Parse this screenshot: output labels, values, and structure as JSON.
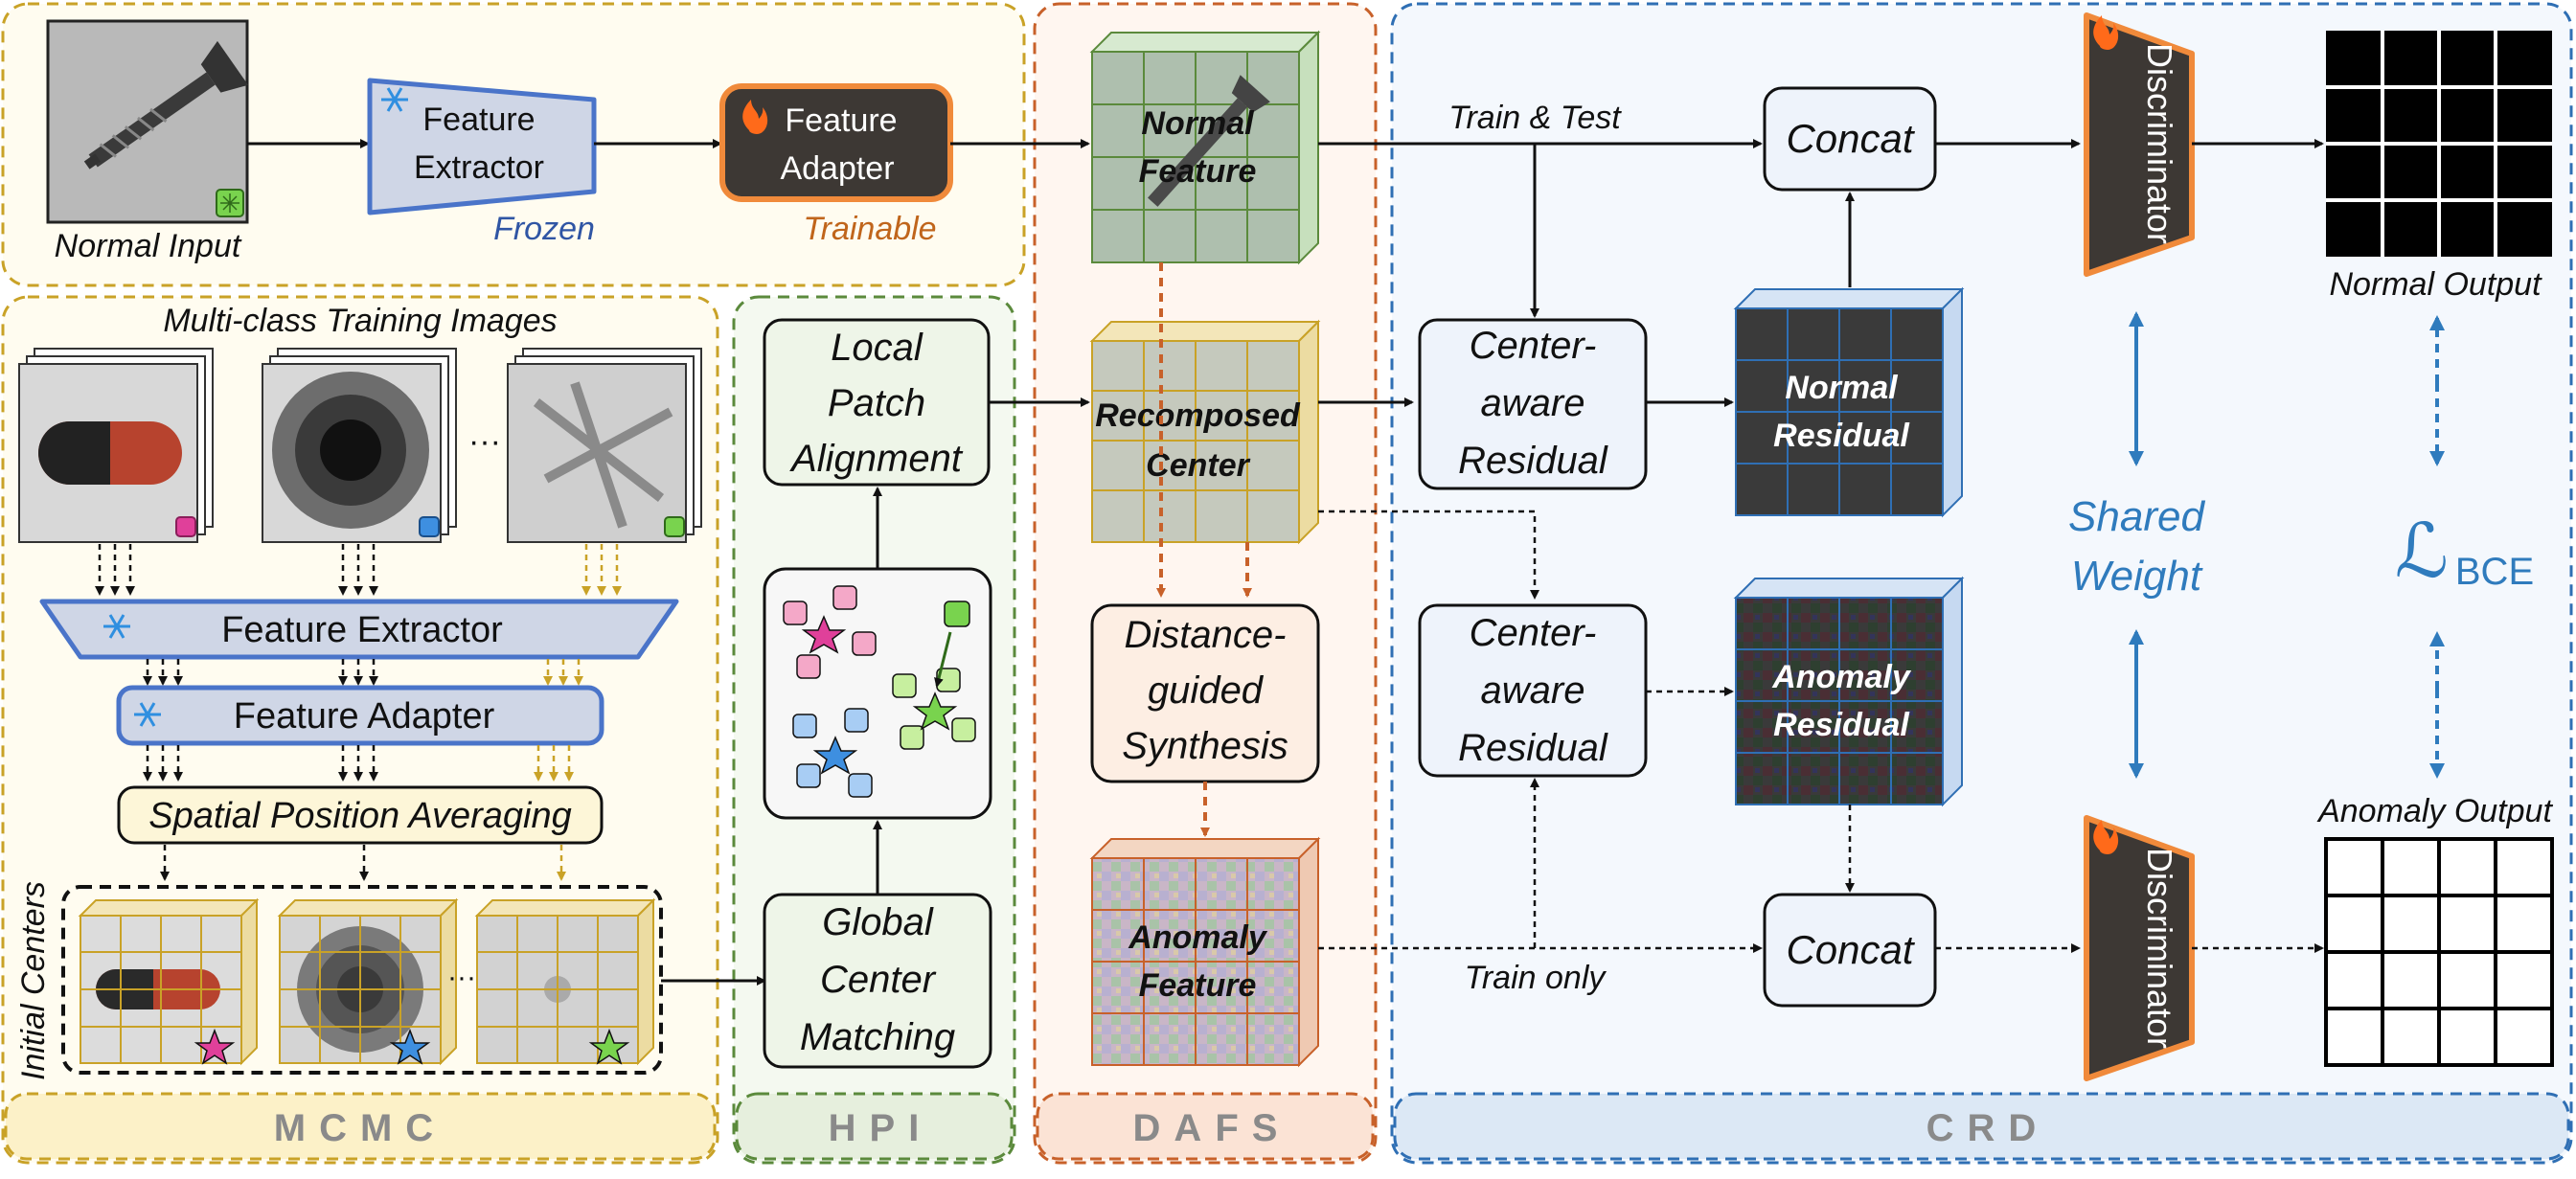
{
  "colors": {
    "mcmc": "#c9a227",
    "hpi": "#5b8a3c",
    "dafs": "#c8612a",
    "crd": "#2f6fb4",
    "frozen": "#2f55a4",
    "trainable": "#c0651b",
    "shared": "#2f7bbd"
  },
  "top": {
    "normal_input": "Normal Input",
    "extractor": [
      "Feature",
      "Extractor"
    ],
    "frozen": "Frozen",
    "adapter": [
      "Feature",
      "Adapter"
    ],
    "trainable": "Trainable"
  },
  "mcmc": {
    "title": "Multi-class Training Images",
    "extractor": "Feature Extractor",
    "adapter": "Feature Adapter",
    "spa": "Spatial Position Averaging",
    "initial_centers": "Initial Centers",
    "ellipsis": "···",
    "tag": "MCMC"
  },
  "hpi": {
    "lpa": [
      "Local",
      "Patch",
      "Alignment"
    ],
    "gcm": [
      "Global",
      "Center",
      "Matching"
    ],
    "tag": "HPI"
  },
  "dafs": {
    "normal_feature": [
      "Normal",
      "Feature"
    ],
    "recomposed": [
      "Recomposed",
      "Center"
    ],
    "dgs": [
      "Distance-",
      "guided",
      "Synthesis"
    ],
    "anomaly_feature": [
      "Anomaly",
      "Feature"
    ],
    "tag": "DAFS"
  },
  "crd": {
    "train_test": "Train & Test",
    "train_only": "Train only",
    "concat": "Concat",
    "car": [
      "Center-",
      "aware",
      "Residual"
    ],
    "normal_residual": [
      "Normal",
      "Residual"
    ],
    "anomaly_residual": [
      "Anomaly",
      "Residual"
    ],
    "discriminator": "Discriminator",
    "shared_weight": [
      "Shared",
      "Weight"
    ],
    "loss_symbol": "ℒ",
    "loss_sub": "BCE",
    "normal_output": "Normal Output",
    "anomaly_output": "Anomaly Output",
    "tag": "CRD"
  },
  "icons": [
    "snowflake-icon",
    "flame-icon",
    "star-icon",
    "screw-image",
    "capsule-image",
    "bottle-image"
  ]
}
